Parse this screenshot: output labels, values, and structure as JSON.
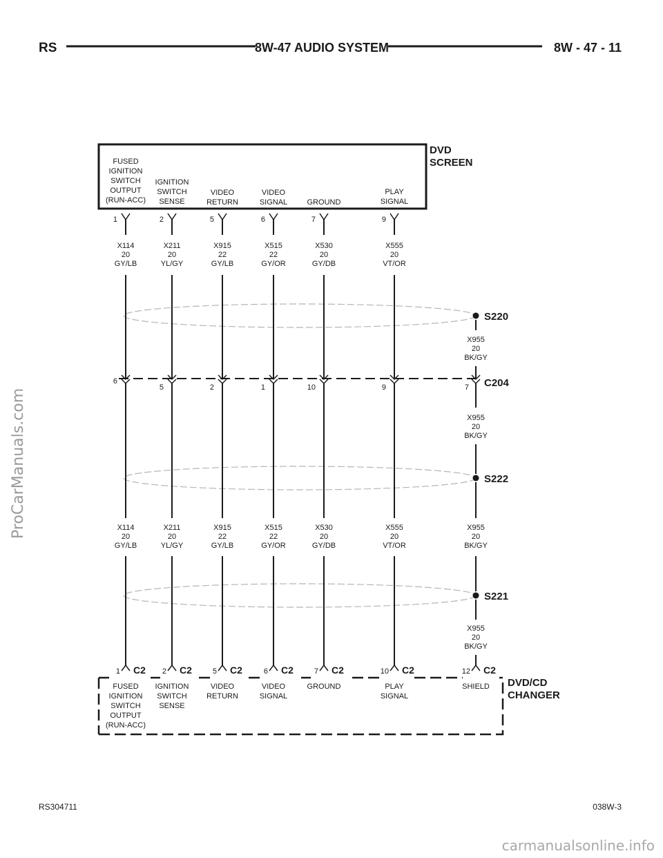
{
  "header": {
    "left": "RS",
    "title": "8W-47 AUDIO SYSTEM",
    "right": "8W - 47 - 11"
  },
  "footer": {
    "left": "RS304711",
    "right": "038W-3"
  },
  "watermark": {
    "left": "ProCarManuals.com",
    "bottom": "carmanualsonline.info"
  },
  "top_component": {
    "name_line1": "DVD",
    "name_line2": "SCREEN"
  },
  "bottom_component": {
    "name_line1": "DVD/CD",
    "name_line2": "CHANGER"
  },
  "connector_c204": "C204",
  "splices": [
    "S220",
    "S222",
    "S221"
  ],
  "circuits": [
    {
      "id": "x114",
      "top_label": [
        "FUSED",
        "IGNITION",
        "SWITCH",
        "OUTPUT",
        "(RUN-ACC)"
      ],
      "top_pin": "1",
      "wire": [
        "X114",
        "20",
        "GY/LB"
      ],
      "c204_pin": "6",
      "c2_pin": "1",
      "c2": "C2",
      "bottom_label": [
        "FUSED",
        "IGNITION",
        "SWITCH",
        "OUTPUT",
        "(RUN-ACC)"
      ]
    },
    {
      "id": "x211",
      "top_label": [
        "IGNITION",
        "SWITCH",
        "SENSE"
      ],
      "top_pin": "2",
      "wire": [
        "X211",
        "20",
        "YL/GY"
      ],
      "c204_pin": "5",
      "c2_pin": "2",
      "c2": "C2",
      "bottom_label": [
        "IGNITION",
        "SWITCH",
        "SENSE"
      ]
    },
    {
      "id": "x915",
      "top_label": [
        "VIDEO",
        "RETURN"
      ],
      "top_pin": "5",
      "wire": [
        "X915",
        "22",
        "GY/LB"
      ],
      "c204_pin": "2",
      "c2_pin": "5",
      "c2": "C2",
      "bottom_label": [
        "VIDEO",
        "RETURN"
      ]
    },
    {
      "id": "x515",
      "top_label": [
        "VIDEO",
        "SIGNAL"
      ],
      "top_pin": "6",
      "wire": [
        "X515",
        "22",
        "GY/OR"
      ],
      "c204_pin": "1",
      "c2_pin": "6",
      "c2": "C2",
      "bottom_label": [
        "VIDEO",
        "SIGNAL"
      ]
    },
    {
      "id": "x530",
      "top_label": [
        "GROUND"
      ],
      "top_pin": "7",
      "wire": [
        "X530",
        "20",
        "GY/DB"
      ],
      "c204_pin": "10",
      "c2_pin": "7",
      "c2": "C2",
      "bottom_label": [
        "GROUND"
      ]
    },
    {
      "id": "x555",
      "top_label": [
        "PLAY",
        "SIGNAL"
      ],
      "top_pin": "9",
      "wire": [
        "X555",
        "20",
        "VT/OR"
      ],
      "c204_pin": "9",
      "c2_pin": "10",
      "c2": "C2",
      "bottom_label": [
        "PLAY",
        "SIGNAL"
      ]
    }
  ],
  "shield": {
    "wire": [
      "X955",
      "20",
      "BK/GY"
    ],
    "c204_pin": "7",
    "c2_pin": "12",
    "c2": "C2",
    "bottom_label": [
      "SHIELD"
    ]
  },
  "colors": {
    "ink": "#1a1a1a",
    "shield_ellipse": "#b5b5b5",
    "watermark": "#9a9a9a"
  }
}
